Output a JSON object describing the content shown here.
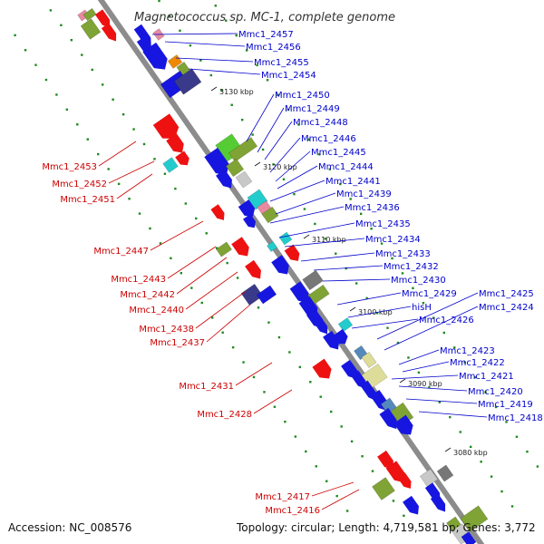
{
  "title": "Magnetococcus sp. MC-1, complete genome",
  "footer": {
    "accession": "Accession: NC_008576",
    "summary": "Topology: circular; Length: 4,719,581 bp; Genes: 3,772"
  },
  "colors": {
    "backbone": "#8c8c8c",
    "forward_label": "#0000cc",
    "reverse_label": "#cc0000",
    "tick": "#1f8a1f",
    "blue": "#1616e0",
    "red": "#ee1111",
    "green": "#7fa335",
    "lightgreen": "#55cc33",
    "cyan": "#22cccc",
    "gray": "#777777",
    "lightgray": "#c8c8c8",
    "navy": "#3a3a8a",
    "khaki": "#dddd99",
    "pink": "#e88aa0",
    "orange": "#ee8800",
    "steel": "#5588bb"
  },
  "kbp_marks": [
    "3130 kbp",
    "3120 kbp",
    "3110 kbp",
    "3100 kbp",
    "3090 kbp",
    "3080 kbp"
  ],
  "forward_labels": [
    "Mmc1_2457",
    "Mmc1_2456",
    "Mmc1_2455",
    "Mmc1_2454",
    "Mmc1_2450",
    "Mmc1_2449",
    "Mmc1_2448",
    "Mmc1_2446",
    "Mmc1_2445",
    "Mmc1_2444",
    "Mmc1_2441",
    "Mmc1_2439",
    "Mmc1_2436",
    "Mmc1_2435",
    "Mmc1_2434",
    "Mmc1_2433",
    "Mmc1_2432",
    "Mmc1_2430",
    "Mmc1_2429",
    "hisH",
    "Mmc1_2426",
    "Mmc1_2425",
    "Mmc1_2424",
    "Mmc1_2423",
    "Mmc1_2422",
    "Mmc1_2421",
    "Mmc1_2420",
    "Mmc1_2419",
    "Mmc1_2418"
  ],
  "reverse_labels": [
    "Mmc1_2453",
    "Mmc1_2452",
    "Mmc1_2451",
    "Mmc1_2447",
    "Mmc1_2443",
    "Mmc1_2442",
    "Mmc1_2440",
    "Mmc1_2438",
    "Mmc1_2437",
    "Mmc1_2431",
    "Mmc1_2428",
    "Mmc1_2417",
    "Mmc1_2416"
  ]
}
